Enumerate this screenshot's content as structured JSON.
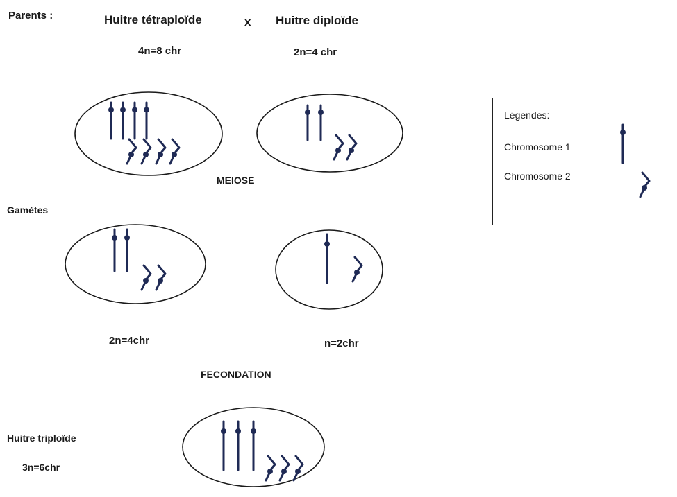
{
  "header": {
    "parents_label": "Parents :",
    "parent_tetraploid": "Huitre tétraploïde",
    "cross_symbol": "x",
    "parent_diploid": "Huitre diploïde",
    "tetraploid_count": "4n=8 chr",
    "diploid_count": "2n=4 chr"
  },
  "stages": {
    "meiosis": "MEIOSE",
    "gametes": "Gamètes",
    "gamete_tetra_count": "2n=4chr",
    "gamete_diplo_count": "n=2chr",
    "fertilization": "FECONDATION",
    "offspring": "Huitre triploïde",
    "offspring_count": "3n=6chr"
  },
  "legend": {
    "title": "Légendes:",
    "chromosome_1": "Chromosome 1",
    "chromosome_2": "Chromosome 2"
  },
  "cells": {
    "parent_tetraploid": {
      "chromosome_1": 4,
      "chromosome_2": 4
    },
    "parent_diploid": {
      "chromosome_1": 2,
      "chromosome_2": 2
    },
    "gamete_from_tetraploid": {
      "chromosome_1": 2,
      "chromosome_2": 2
    },
    "gamete_from_diploid": {
      "chromosome_1": 1,
      "chromosome_2": 1
    },
    "triploid_offspring": {
      "chromosome_1": 3,
      "chromosome_2": 3
    }
  },
  "colors": {
    "ink": "#1a1a1a",
    "chromosome": "#1f2a55"
  }
}
